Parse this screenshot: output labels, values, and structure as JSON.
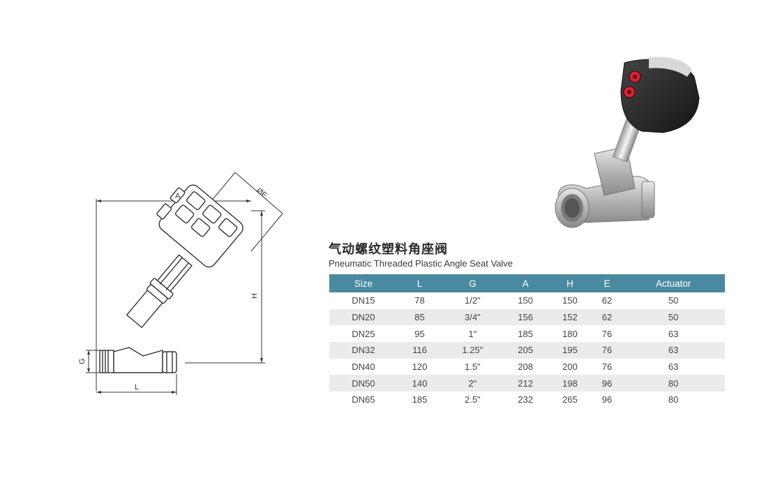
{
  "title_cn": "气动螺纹塑料角座阀",
  "title_en": "Pneumatic Threaded Plastic Angle Seat Valve",
  "drawing_labels": {
    "a": "A",
    "e": "ØE",
    "h": "H",
    "g": "G",
    "l": "L"
  },
  "table": {
    "headers": [
      "Size",
      "L",
      "G",
      "A",
      "H",
      "E",
      "Actuator"
    ],
    "rows": [
      [
        "DN15",
        "78",
        "1/2\"",
        "150",
        "150",
        "62",
        "50"
      ],
      [
        "DN20",
        "85",
        "3/4\"",
        "156",
        "152",
        "62",
        "50"
      ],
      [
        "DN25",
        "95",
        "1\"",
        "185",
        "180",
        "76",
        "63"
      ],
      [
        "DN32",
        "116",
        "1.25\"",
        "205",
        "195",
        "76",
        "63"
      ],
      [
        "DN40",
        "120",
        "1.5\"",
        "208",
        "200",
        "76",
        "63"
      ],
      [
        "DN50",
        "140",
        "2\"",
        "212",
        "198",
        "96",
        "80"
      ],
      [
        "DN65",
        "185",
        "2.5\"",
        "232",
        "265",
        "96",
        "80"
      ]
    ]
  },
  "colors": {
    "header_bg": "#4a8aa1",
    "stripe": "#ebebeb",
    "actuator": "#2b2b2b",
    "port_red": "#e0213a"
  }
}
